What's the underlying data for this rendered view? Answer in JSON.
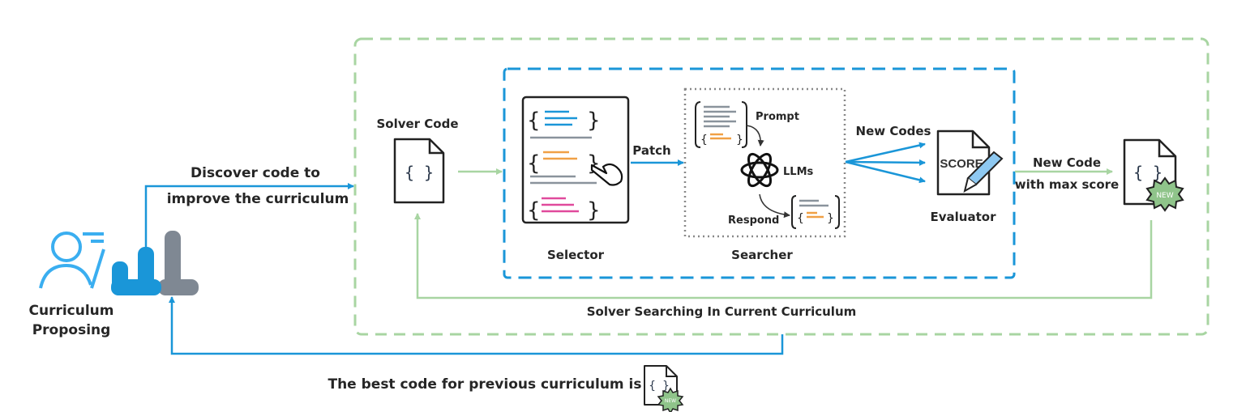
{
  "labels": {
    "curriculum_line1": "Curriculum",
    "curriculum_line2": "Proposing",
    "discover_line1": "Discover code to",
    "discover_line2": "improve the curriculum",
    "solver_code": "Solver Code",
    "selector": "Selector",
    "patch": "Patch",
    "prompt": "Prompt",
    "llms": "LLMs",
    "respond": "Respond",
    "searcher": "Searcher",
    "new_codes": "New Codes",
    "score": "SCORE",
    "evaluator": "Evaluator",
    "new_code_line1": "New Code",
    "new_code_line2": "with max score",
    "new_badge": "NEW",
    "loop_caption": "Solver Searching In Current Curriculum",
    "best_code": "The best code for previous curriculum is",
    "braces": "{ }"
  },
  "colors": {
    "blue": "#1a96d8",
    "green": "#a8d5a2",
    "gray": "#7f8893",
    "orange": "#f0a045",
    "pink": "#e04a9c",
    "pencil": "#8ec9f2",
    "text": "#262626"
  }
}
